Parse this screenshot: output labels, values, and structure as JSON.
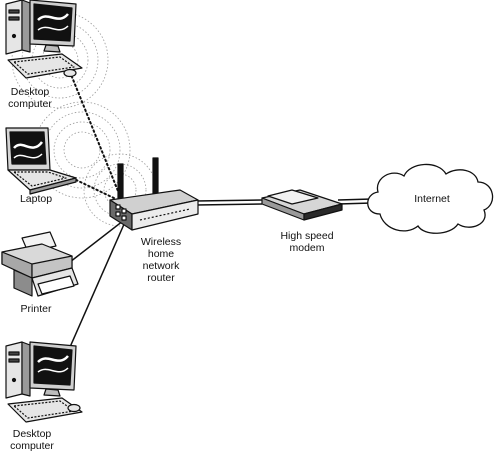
{
  "nodes": {
    "desktop_top": {
      "lines": [
        "Desktop",
        "computer"
      ]
    },
    "laptop": {
      "lines": [
        "Laptop"
      ]
    },
    "printer": {
      "lines": [
        "Printer"
      ]
    },
    "desktop_bottom": {
      "lines": [
        "Desktop",
        "computer"
      ]
    },
    "router": {
      "lines": [
        "Wireless",
        "home",
        "network",
        "router"
      ]
    },
    "modem": {
      "lines": [
        "High speed",
        "modem"
      ]
    },
    "internet": {
      "lines": [
        "Internet"
      ]
    }
  },
  "connections": [
    {
      "from": "Desktop computer",
      "to": "Wireless home network router",
      "medium": "wireless"
    },
    {
      "from": "Laptop",
      "to": "Wireless home network router",
      "medium": "wireless"
    },
    {
      "from": "Printer",
      "to": "Wireless home network router",
      "medium": "cable"
    },
    {
      "from": "Desktop computer",
      "to": "Wireless home network router",
      "medium": "cable"
    },
    {
      "from": "Wireless home network router",
      "to": "High speed modem",
      "medium": "cable"
    },
    {
      "from": "High speed modem",
      "to": "Internet",
      "medium": "cable"
    }
  ]
}
